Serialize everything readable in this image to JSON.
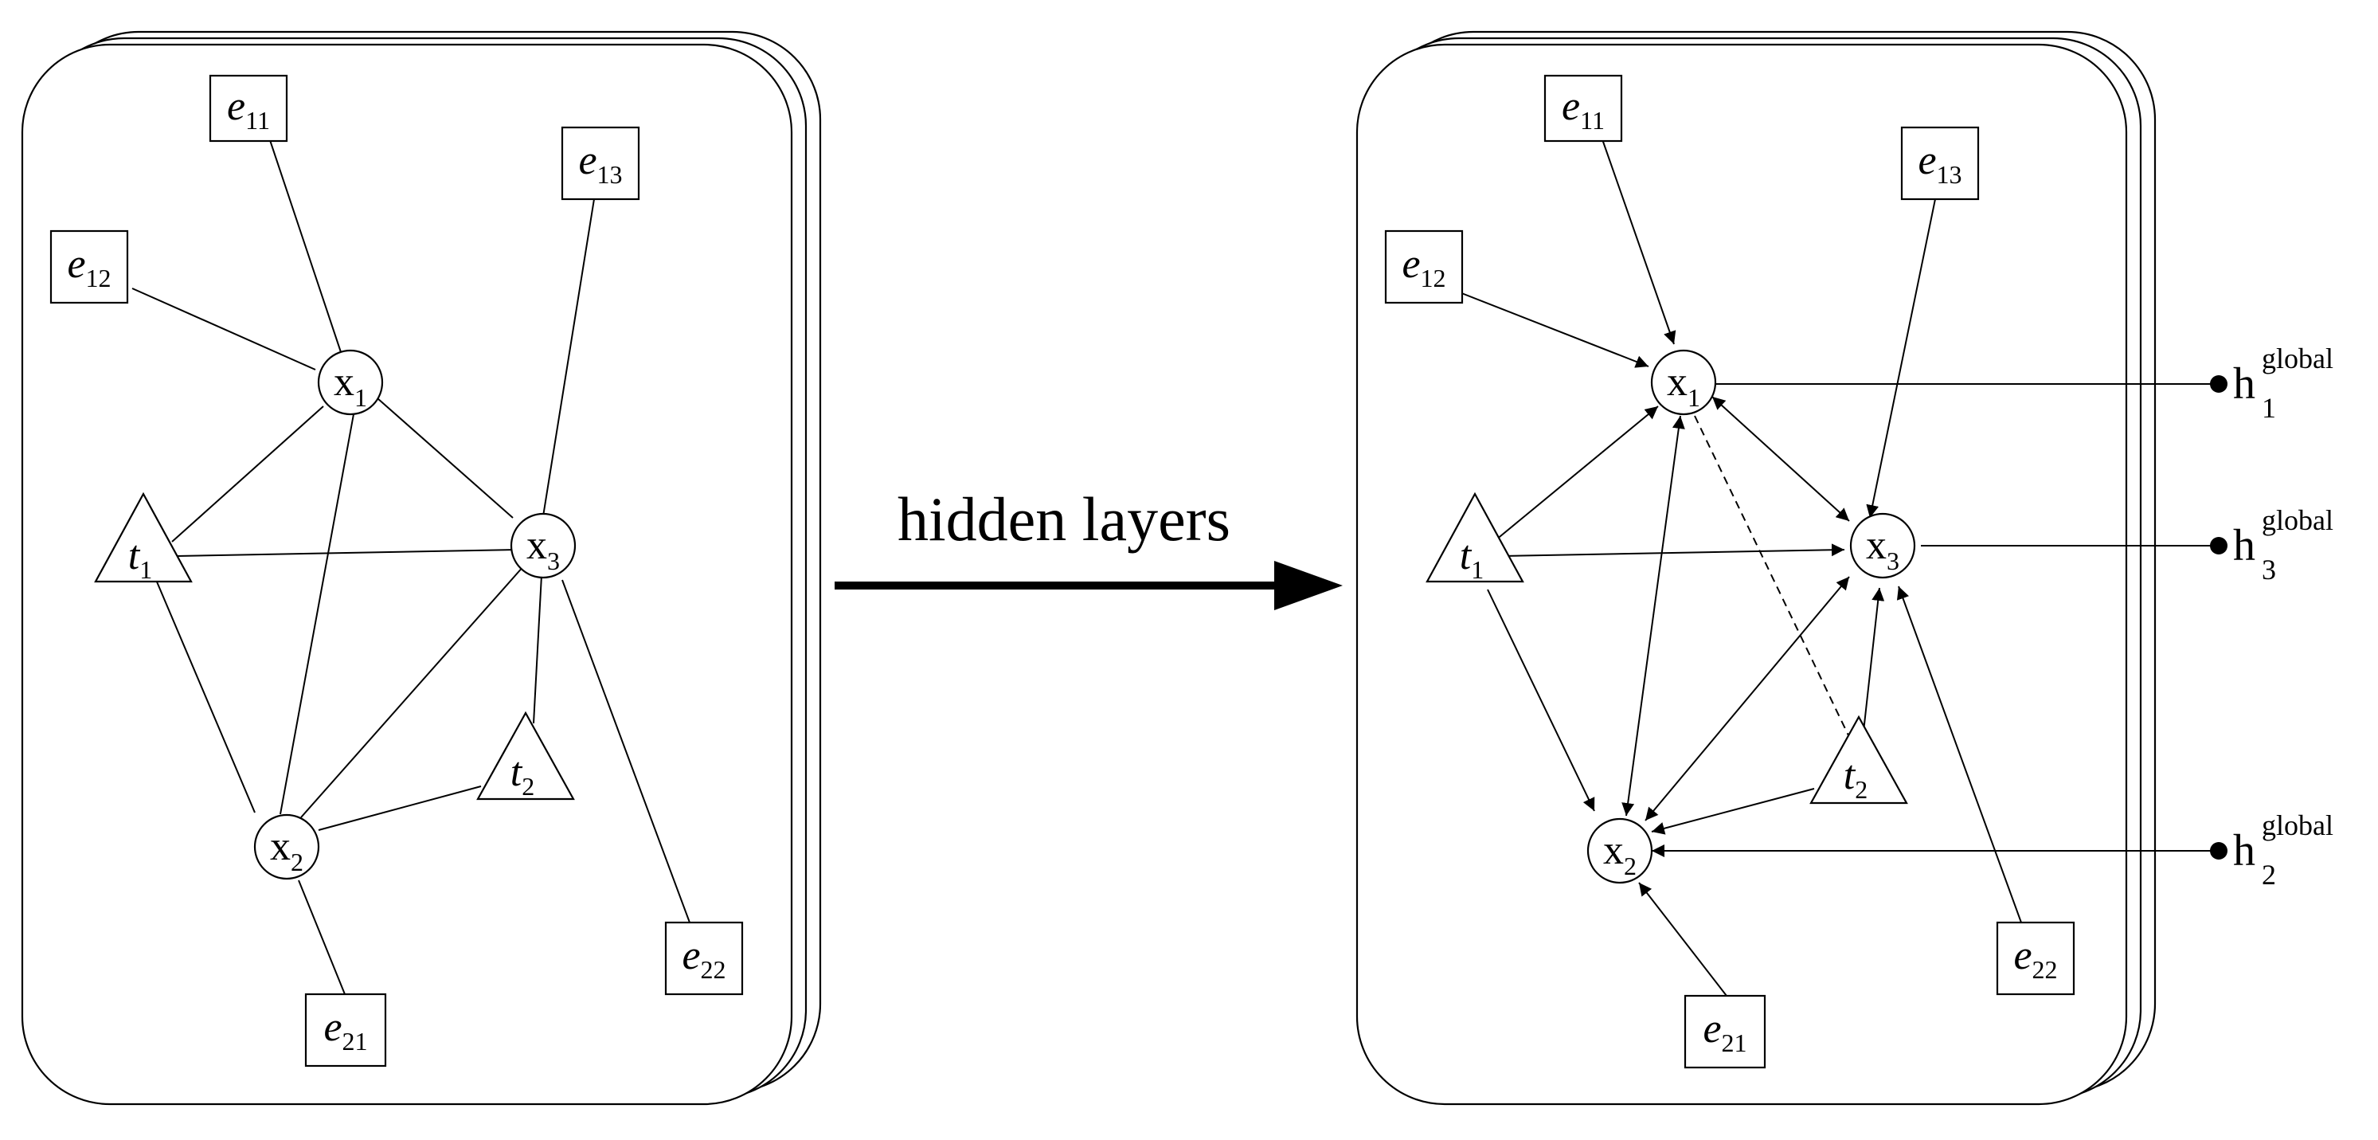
{
  "arrow_label": "hidden layers",
  "left_graph": {
    "entities": [
      {
        "base": "e",
        "sub": "11"
      },
      {
        "base": "e",
        "sub": "12"
      },
      {
        "base": "e",
        "sub": "13"
      },
      {
        "base": "e",
        "sub": "21"
      },
      {
        "base": "e",
        "sub": "22"
      }
    ],
    "mentions": [
      {
        "base": "x",
        "sub": "1"
      },
      {
        "base": "x",
        "sub": "2"
      },
      {
        "base": "x",
        "sub": "3"
      }
    ],
    "triggers": [
      {
        "base": "t",
        "sub": "1"
      },
      {
        "base": "t",
        "sub": "2"
      }
    ]
  },
  "right_graph": {
    "entities": [
      {
        "base": "e",
        "sub": "11"
      },
      {
        "base": "e",
        "sub": "12"
      },
      {
        "base": "e",
        "sub": "13"
      },
      {
        "base": "e",
        "sub": "21"
      },
      {
        "base": "e",
        "sub": "22"
      }
    ],
    "mentions": [
      {
        "base": "x",
        "sub": "1"
      },
      {
        "base": "x",
        "sub": "2"
      },
      {
        "base": "x",
        "sub": "3"
      }
    ],
    "triggers": [
      {
        "base": "t",
        "sub": "1"
      },
      {
        "base": "t",
        "sub": "2"
      }
    ]
  },
  "outputs": [
    {
      "base": "h",
      "sub": "1",
      "sup": "global"
    },
    {
      "base": "h",
      "sub": "3",
      "sup": "global"
    },
    {
      "base": "h",
      "sub": "2",
      "sup": "global"
    }
  ]
}
